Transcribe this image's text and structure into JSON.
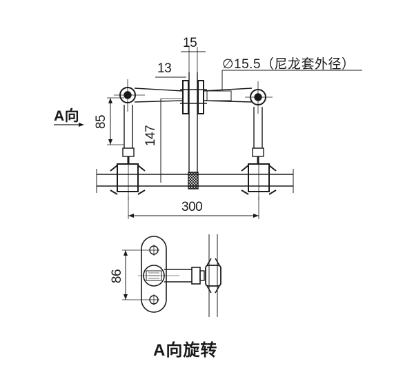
{
  "drawing": {
    "title": "A向旋转",
    "view_direction_label": "A向",
    "dimensions": {
      "top_width": "15",
      "offset_width": "13",
      "nylon_sleeve_od": "∅15.5（尼龙套外径）",
      "arm_height": "85",
      "overall_height": "147",
      "span": "300",
      "plate_hole_spacing": "86"
    },
    "colors": {
      "line": "#1a1a1a",
      "background": "#ffffff"
    }
  }
}
